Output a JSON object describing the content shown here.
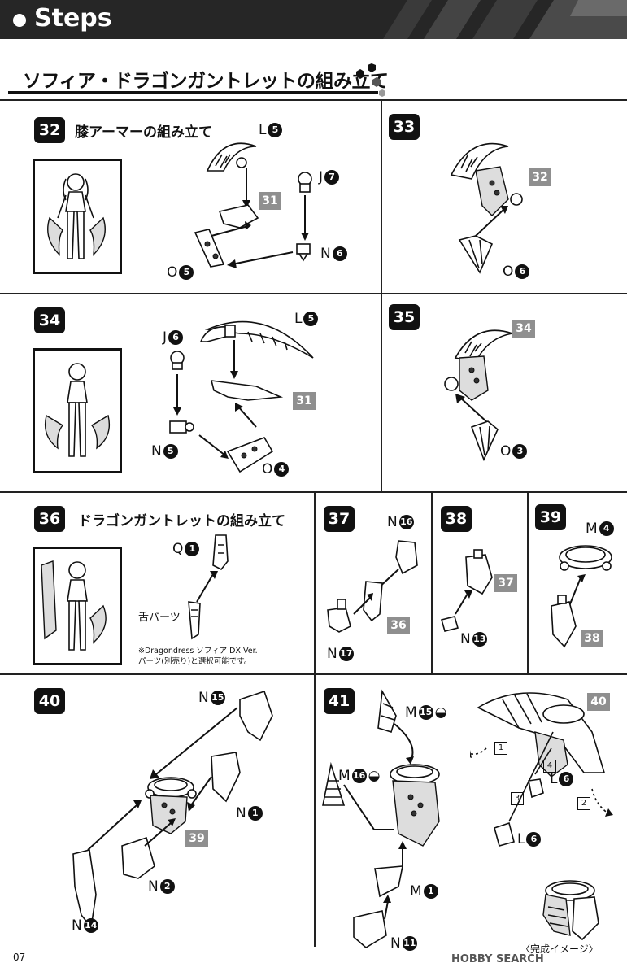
{
  "header": {
    "title": "Steps"
  },
  "section": {
    "title": "ソフィア・ドラゴンガントレットの組み立て"
  },
  "steps": {
    "s32": {
      "num": "32",
      "title": "膝アーマーの組み立て",
      "ref": "31",
      "labels": {
        "L": "L",
        "L_n": "5",
        "J": "J",
        "J_n": "7",
        "N": "N",
        "N_n": "6",
        "O": "O",
        "O_n": "5"
      }
    },
    "s33": {
      "num": "33",
      "ref": "32",
      "labels": {
        "O": "O",
        "O_n": "6"
      }
    },
    "s34": {
      "num": "34",
      "ref": "31",
      "labels": {
        "J": "J",
        "J_n": "6",
        "L": "L",
        "L_n": "5",
        "N": "N",
        "N_n": "5",
        "O": "O",
        "O_n": "4"
      }
    },
    "s35": {
      "num": "35",
      "ref": "34",
      "labels": {
        "O": "O",
        "O_n": "3"
      }
    },
    "s36": {
      "num": "36",
      "title": "ドラゴンガントレットの組み立て",
      "labels": {
        "Q": "Q",
        "Q_n": "1",
        "tongue": "舌パーツ"
      },
      "note": [
        "※Dragondress ソフィア DX Ver.",
        "パーツ(別売り)と選択可能です。"
      ]
    },
    "s37": {
      "num": "37",
      "ref": "36",
      "labels": {
        "N1": "N",
        "N1_n": "16",
        "N2": "N",
        "N2_n": "17"
      }
    },
    "s38": {
      "num": "38",
      "ref": "37",
      "labels": {
        "N": "N",
        "N_n": "13"
      }
    },
    "s39": {
      "num": "39",
      "ref": "38",
      "labels": {
        "M": "M",
        "M_n": "4"
      }
    },
    "s40": {
      "num": "40",
      "ref": "39",
      "labels": {
        "a": "N",
        "a_n": "15",
        "b": "N",
        "b_n": "1",
        "c": "N",
        "c_n": "2",
        "d": "N",
        "d_n": "14"
      }
    },
    "s41": {
      "num": "41",
      "ref": "40",
      "labels": {
        "a": "M",
        "a_n": "15",
        "b": "M",
        "b_n": "16",
        "c": "M",
        "c_n": "1",
        "d": "N",
        "d_n": "11",
        "e": "L",
        "e_n": "6",
        "f": "L",
        "f_n": "6"
      },
      "order": [
        "1",
        "2",
        "3",
        "4"
      ],
      "completed": "〈完成イメージ〉"
    }
  },
  "footer": {
    "page": "07",
    "watermark": "HOBBY SEARCH"
  }
}
